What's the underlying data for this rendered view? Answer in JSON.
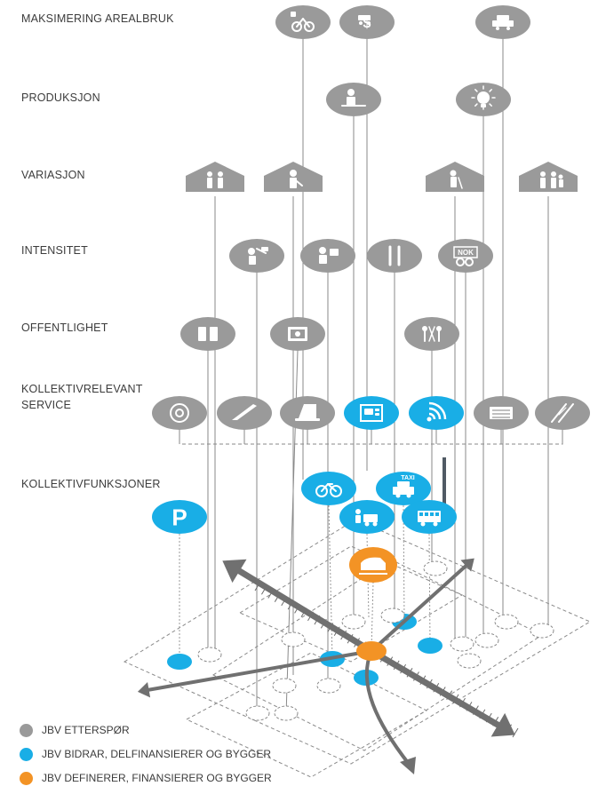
{
  "categories": [
    {
      "key": "maksimering",
      "label": "MAKSIMERING AREALBRUK"
    },
    {
      "key": "produksjon",
      "label": "PRODUKSJON"
    },
    {
      "key": "variasjon",
      "label": "VARIASJON"
    },
    {
      "key": "intensitet",
      "label": "INTENSITET"
    },
    {
      "key": "offentlighet",
      "label": "OFFENTLIGHET"
    },
    {
      "key": "service",
      "label": "KOLLEKTIVRELEVANT\nSERVICE"
    },
    {
      "key": "funksjoner",
      "label": "KOLLEKTIVFUNKSJONER"
    }
  ],
  "colors": {
    "etterspor": "#9a9a9a",
    "bidrar": "#19aee6",
    "definerer": "#f39325",
    "arrow": "#707070",
    "line": "#8a8a8a"
  },
  "icons": [
    {
      "name": "cycle-parking-icon",
      "level": "maksimering",
      "role": "etterspor",
      "shape": "circle"
    },
    {
      "name": "car-money-icon",
      "level": "maksimering",
      "role": "etterspor",
      "shape": "circle"
    },
    {
      "name": "car-wash-icon",
      "level": "maksimering",
      "role": "etterspor",
      "shape": "circle"
    },
    {
      "name": "worker-desk-icon",
      "level": "produksjon",
      "role": "etterspor",
      "shape": "circle"
    },
    {
      "name": "light-bulb-icon",
      "level": "produksjon",
      "role": "etterspor",
      "shape": "circle"
    },
    {
      "name": "family-house-icon",
      "level": "variasjon",
      "role": "etterspor",
      "shape": "house"
    },
    {
      "name": "resident-house-icon",
      "level": "variasjon",
      "role": "etterspor",
      "shape": "house"
    },
    {
      "name": "senior-house-icon",
      "level": "variasjon",
      "role": "etterspor",
      "shape": "house"
    },
    {
      "name": "group-house-icon",
      "level": "variasjon",
      "role": "etterspor",
      "shape": "house"
    },
    {
      "name": "person-sign-icon",
      "level": "intensitet",
      "role": "etterspor",
      "shape": "circle"
    },
    {
      "name": "office-worker-icon",
      "level": "intensitet",
      "role": "etterspor",
      "shape": "circle"
    },
    {
      "name": "cutlery-icon",
      "level": "intensitet",
      "role": "etterspor",
      "shape": "circle"
    },
    {
      "name": "currency-exchange-icon",
      "level": "intensitet",
      "role": "etterspor",
      "shape": "circle",
      "text": "NOK"
    },
    {
      "name": "toilet-icon",
      "level": "offentlighet",
      "role": "etterspor",
      "shape": "circle"
    },
    {
      "name": "info-desk-icon",
      "level": "offentlighet",
      "role": "etterspor",
      "shape": "circle"
    },
    {
      "name": "play-area-icon",
      "level": "offentlighet",
      "role": "etterspor",
      "shape": "circle"
    },
    {
      "name": "at-sign-icon",
      "level": "service",
      "role": "etterspor",
      "shape": "circle"
    },
    {
      "name": "awning-icon",
      "level": "service",
      "role": "etterspor",
      "shape": "circle"
    },
    {
      "name": "laptop-icon",
      "level": "service",
      "role": "etterspor",
      "shape": "circle"
    },
    {
      "name": "ticket-machine-icon",
      "level": "service",
      "role": "bidrar",
      "shape": "circle"
    },
    {
      "name": "wifi-icon",
      "level": "service",
      "role": "bidrar",
      "shape": "circle"
    },
    {
      "name": "newspaper-icon",
      "level": "service",
      "role": "etterspor",
      "shape": "circle"
    },
    {
      "name": "road-icon",
      "level": "service",
      "role": "etterspor",
      "shape": "circle"
    },
    {
      "name": "parking-icon",
      "level": "funksjoner",
      "role": "bidrar",
      "shape": "circle",
      "text": "P"
    },
    {
      "name": "bicycle-icon",
      "level": "funksjoner",
      "role": "bidrar",
      "shape": "circle"
    },
    {
      "name": "taxi-icon",
      "level": "funksjoner",
      "role": "bidrar",
      "shape": "circle",
      "text": "TAXI"
    },
    {
      "name": "kiss-and-ride-icon",
      "level": "funksjoner",
      "role": "bidrar",
      "shape": "circle"
    },
    {
      "name": "bus-icon",
      "level": "funksjoner",
      "role": "bidrar",
      "shape": "circle"
    },
    {
      "name": "train-icon",
      "level": "funksjoner",
      "role": "definerer",
      "shape": "circle"
    }
  ],
  "legend": [
    {
      "role": "etterspor",
      "color": "#9a9a9a",
      "label": "JBV ETTERSPØR"
    },
    {
      "role": "bidrar",
      "color": "#19aee6",
      "label": "JBV BIDRAR, DELFINANSIERER OG BYGGER"
    },
    {
      "role": "definerer",
      "color": "#f39325",
      "label": "JBV DEFINERER, FINANSIERER OG BYGGER"
    }
  ]
}
